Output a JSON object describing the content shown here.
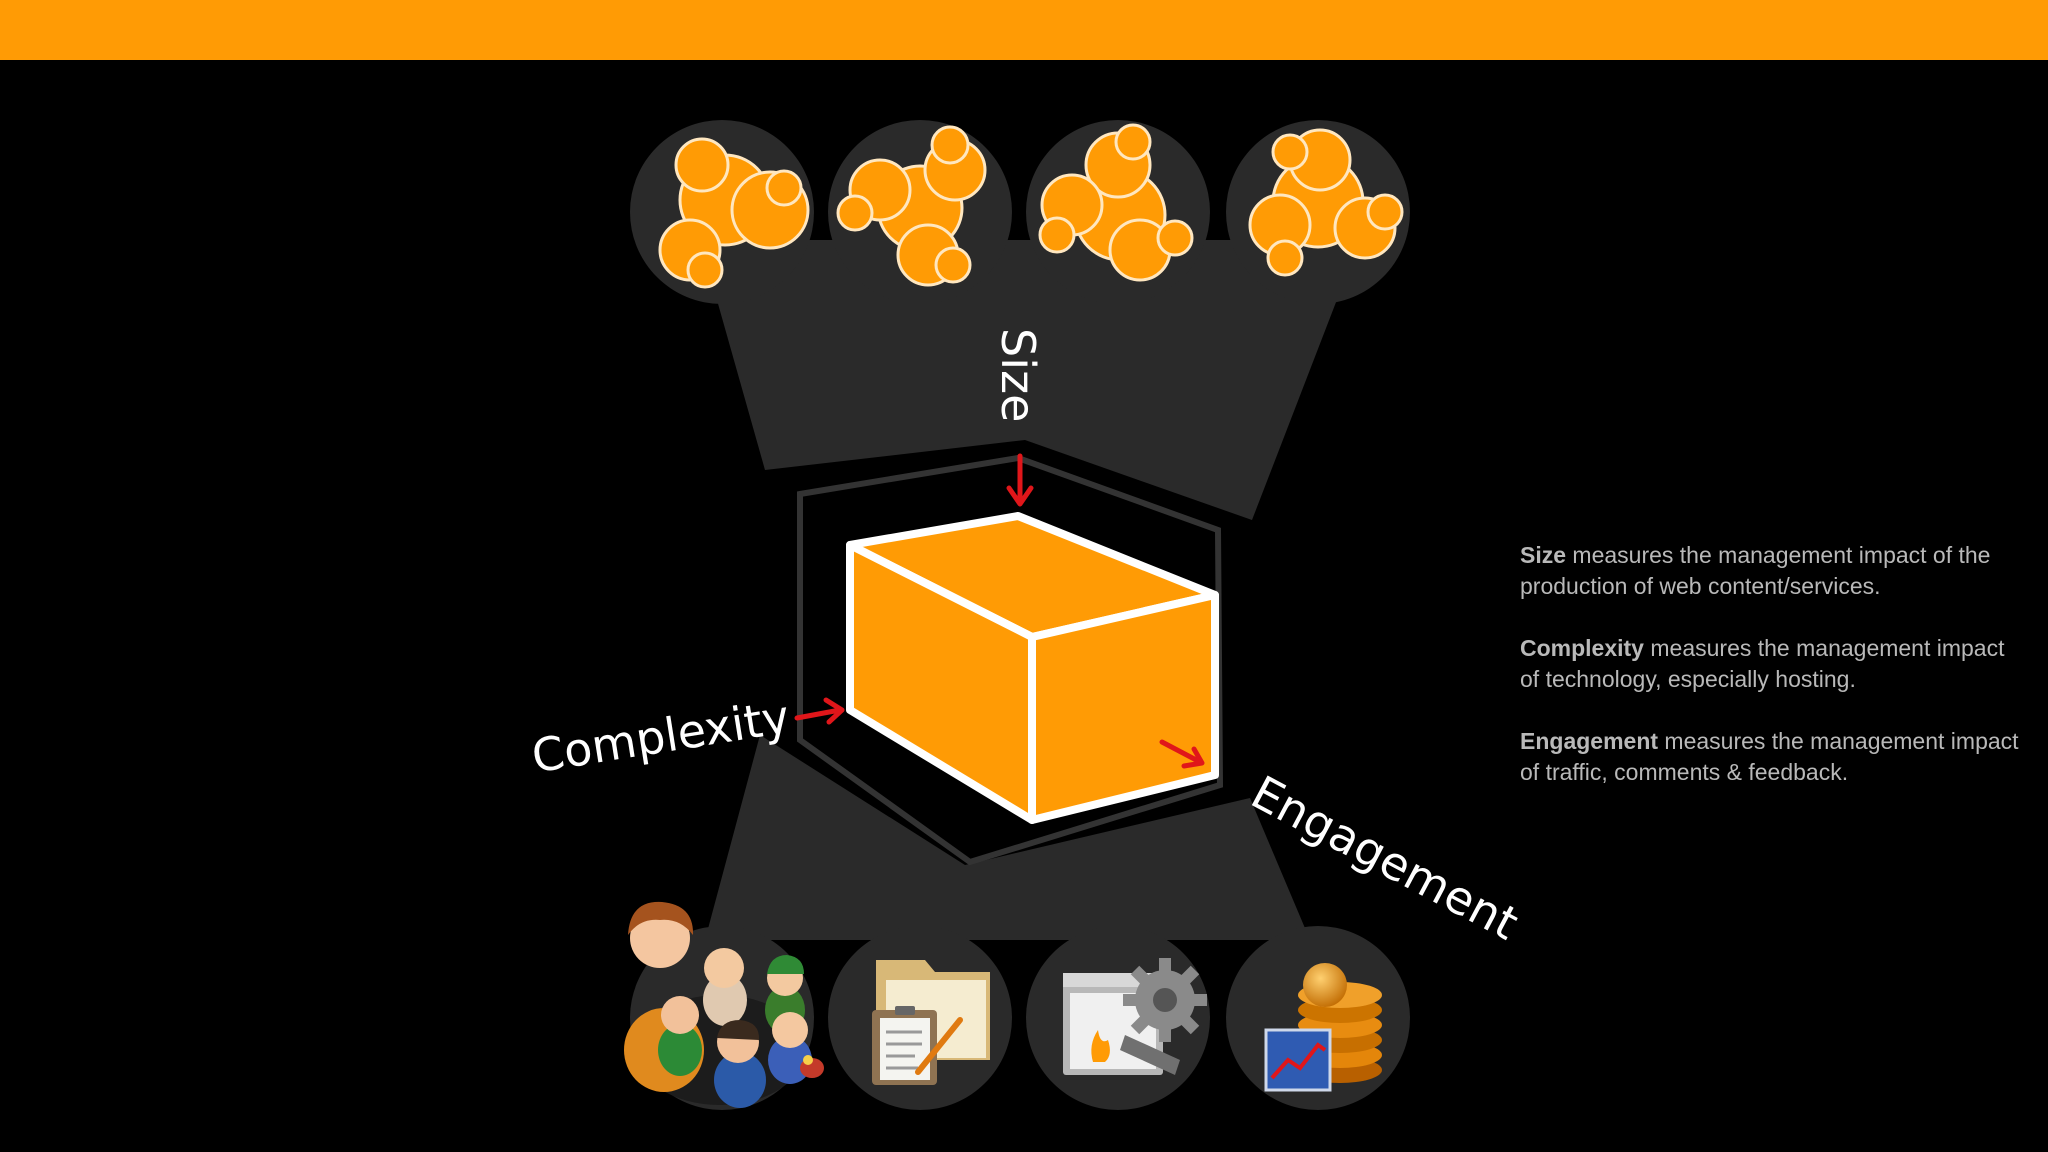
{
  "axes": {
    "size_label": "Size",
    "complexity_label": "Complexity",
    "engagement_label": "Engagement"
  },
  "descriptions": [
    {
      "term": "Size",
      "text": " measures the management  impact of the production of web content/services."
    },
    {
      "term": "Complexity",
      "text": " measures the management impact of technology, especially hosting."
    },
    {
      "term": "Engagement",
      "text": " measures the management impact of traffic, comments  & feedback."
    }
  ],
  "colors": {
    "accent": "#ff9b05",
    "background": "#000000",
    "funnel": "#2a2a2a",
    "arrow": "#e0161a",
    "caption_text": "#b9b9b9"
  },
  "icons": {
    "top_row": [
      "bubble-cluster-icon",
      "bubble-cluster-icon",
      "bubble-cluster-icon",
      "bubble-cluster-icon"
    ],
    "bottom_row": [
      "people-group-icon",
      "documents-folder-icon",
      "server-gear-icon",
      "coins-chart-icon"
    ]
  }
}
